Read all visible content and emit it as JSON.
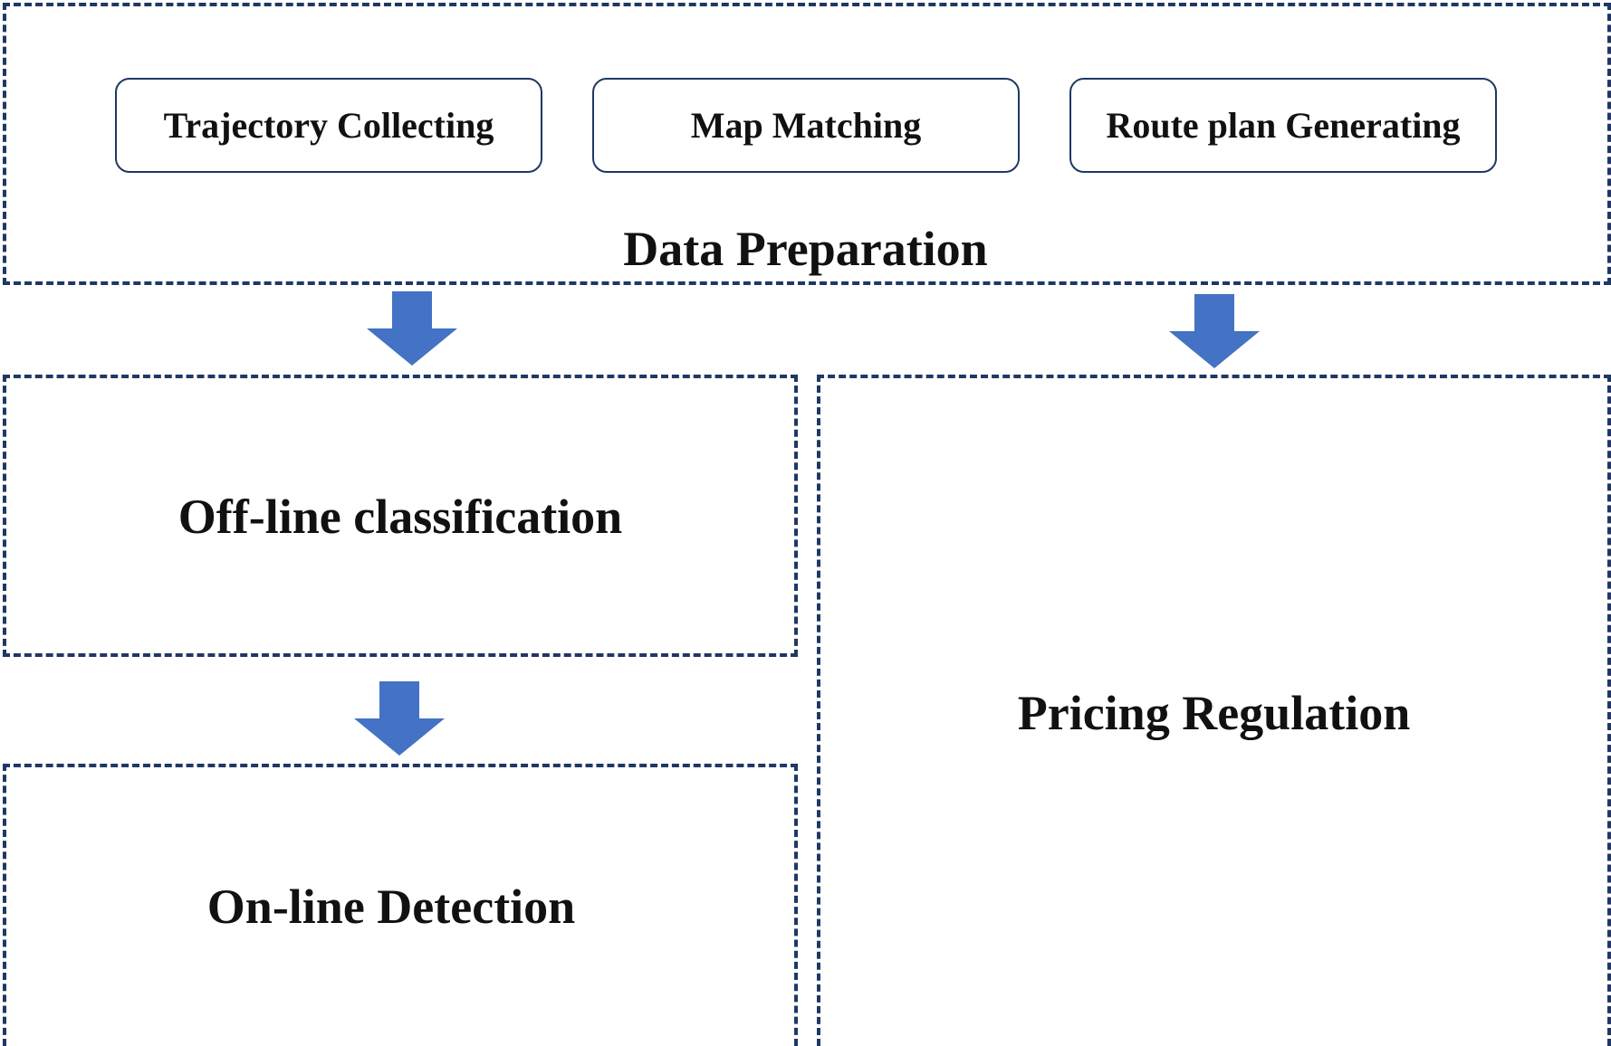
{
  "data_preparation": {
    "title": "Data Preparation",
    "steps": [
      {
        "label": "Trajectory Collecting"
      },
      {
        "label": "Map Matching"
      },
      {
        "label": "Route plan Generating"
      }
    ]
  },
  "offline": {
    "title": "Off-line classification"
  },
  "online": {
    "title": "On-line Detection"
  },
  "pricing": {
    "title": "Pricing Regulation"
  },
  "colors": {
    "border": "#1f3864",
    "arrow": "#4472c4",
    "text": "#111111"
  }
}
